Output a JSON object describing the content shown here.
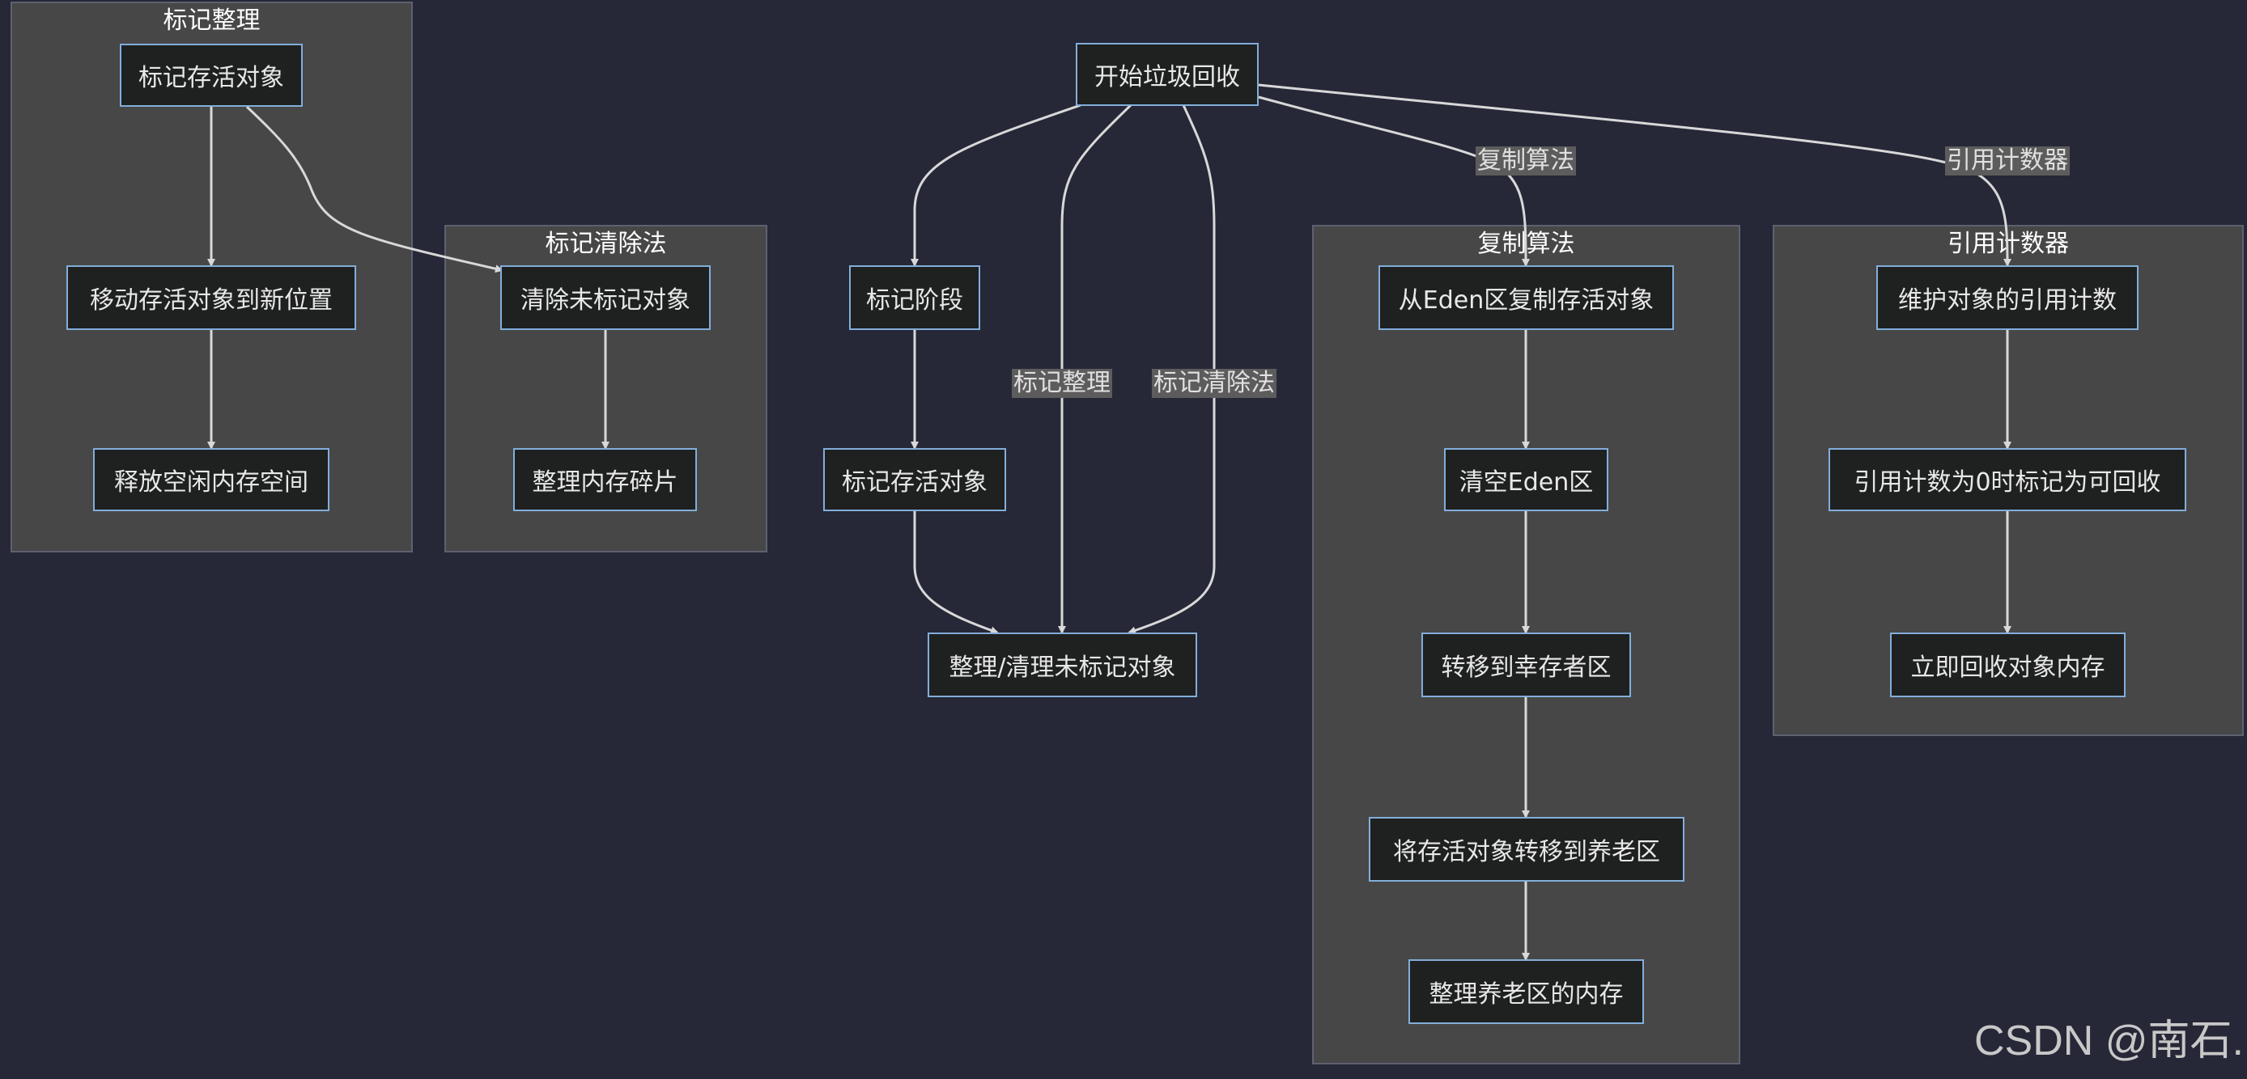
{
  "clusters": {
    "mark_compact": {
      "title": "标记整理"
    },
    "mark_sweep": {
      "title": "标记清除法"
    },
    "copying": {
      "title": "复制算法"
    },
    "ref_count": {
      "title": "引用计数器"
    }
  },
  "nodes": {
    "start_gc": "开始垃圾回收",
    "mark_phase": "标记阶段",
    "mark_live_main": "标记存活对象",
    "compact_clean": "整理/清理未标记对象",
    "mc_mark_live": "标记存活对象",
    "mc_move": "移动存活对象到新位置",
    "mc_release": "释放空闲内存空间",
    "ms_clear": "清除未标记对象",
    "ms_defrag": "整理内存碎片",
    "cp_copy": "从Eden区复制存活对象",
    "cp_clear": "清空Eden区",
    "cp_survivor": "转移到幸存者区",
    "cp_old": "将存活对象转移到养老区",
    "cp_compact_old": "整理养老区的内存",
    "rc_maintain": "维护对象的引用计数",
    "rc_mark_zero": "引用计数为0时标记为可回收",
    "rc_reclaim": "立即回收对象内存"
  },
  "edge_labels": {
    "mark_compact": "标记整理",
    "mark_sweep": "标记清除法",
    "copying": "复制算法",
    "ref_count": "引用计数器"
  },
  "colors": {
    "background": "#262837",
    "cluster_fill": "#474747",
    "node_fill": "#1f2020",
    "node_border": "#82aedb",
    "edge": "#d8d8d8"
  },
  "watermark": "CSDN @南石."
}
